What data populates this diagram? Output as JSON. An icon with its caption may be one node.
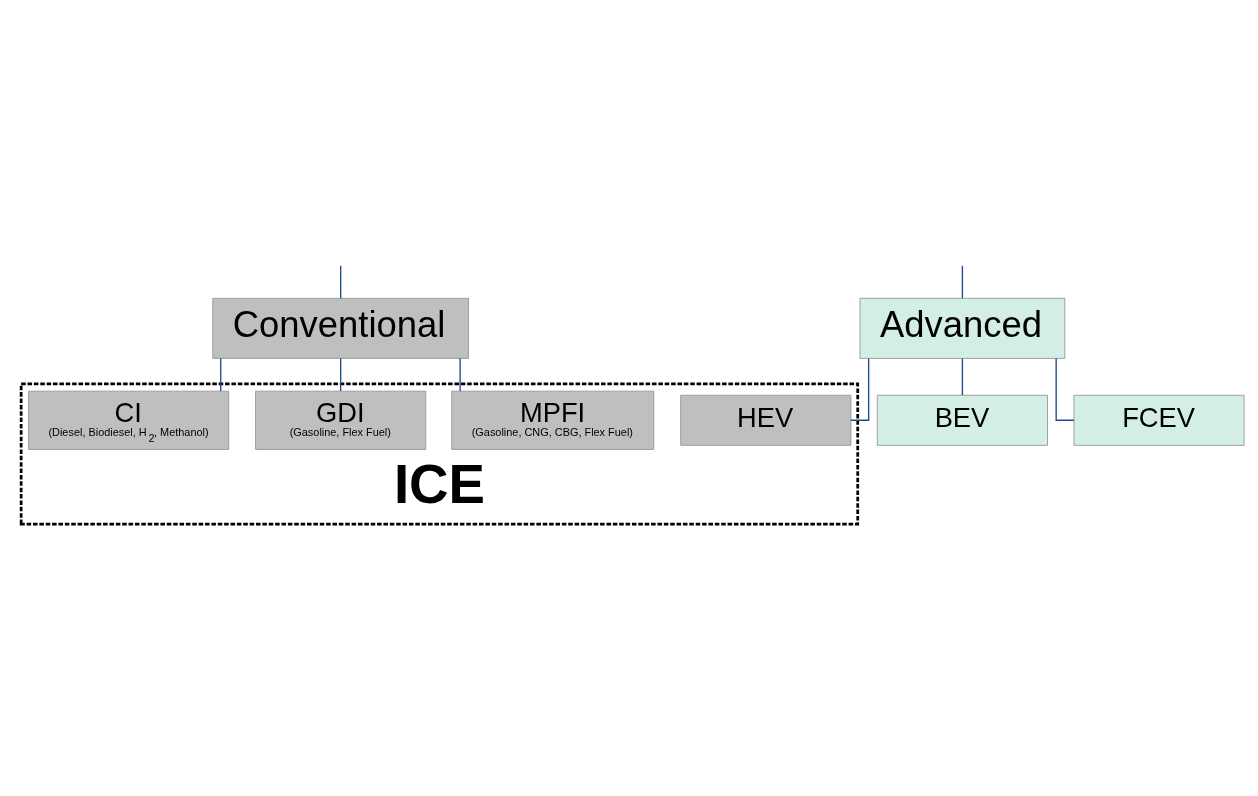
{
  "diagram": {
    "nodes": [
      {
        "text": [
          "Conventional"
        ]
      },
      {
        "text": [
          "Advanced"
        ]
      },
      {
        "text": [
          "ICE"
        ]
      },
      {
        "text": [
          "MPFI",
          "(Gasoline, CNG, CBG, Flex Fuel)"
        ],
        "in": 2
      },
      {
        "text": [
          "GDI",
          "(Gasoline, Flex Fuel)"
        ],
        "in": 2
      },
      {
        "text": [
          "CI",
          "(Diesel, Biodiesel, H$_{2}$, Methanol)"
        ],
        "in": 2
      },
      {
        "text": [
          "BEV"
        ]
      },
      {
        "text": [
          "HEV"
        ],
        "in": 2
      },
      {
        "text": [
          "FCEV"
        ]
      }
    ],
    "edges": [
      {
        "from": null,
        "to": 0,
        "arrow": "none"
      },
      {
        "from": null,
        "to": 1,
        "arrow": "none"
      },
      {
        "from": 0,
        "to": 3,
        "arrow": "none"
      },
      {
        "from": 0,
        "to": 4,
        "arrow": "none"
      },
      {
        "from": 0,
        "to": 5,
        "arrow": "none"
      },
      {
        "from": 1,
        "to": 6,
        "arrow": "none"
      },
      {
        "from": 1,
        "to": 7,
        "arrow": "none"
      },
      {
        "from": 1,
        "to": 8,
        "arrow": "none"
      }
    ]
  }
}
